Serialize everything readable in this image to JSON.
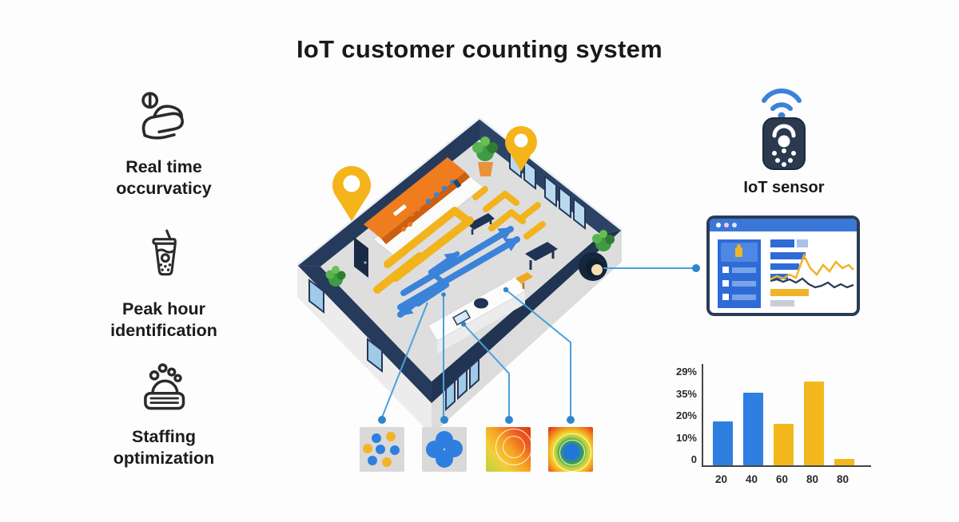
{
  "title": "IoT customer counting system",
  "features": [
    {
      "label": "Real time\noccurvaticy",
      "icon": "tally-counter-icon"
    },
    {
      "label": "Peak hour\nidentification",
      "icon": "bubble-tea-cup-icon"
    },
    {
      "label": "Staffing\noptimization",
      "icon": "staff-board-icon"
    }
  ],
  "sensor": {
    "label": "IoT sensor",
    "device_icon": "iot-sensor-device-icon",
    "signal_icon": "wifi-icon"
  },
  "floorplan": {
    "icons": [
      "location-pin-icon",
      "ceiling-camera-icon",
      "plant-icon",
      "store-shelf",
      "checkout-counter",
      "customer-flow-arrows"
    ]
  },
  "minimaps": [
    {
      "icon": "scatter-dot-map"
    },
    {
      "icon": "cluster-dot-map"
    },
    {
      "icon": "corner-heatmap"
    },
    {
      "icon": "radial-heatmap"
    }
  ],
  "dashboard": {
    "icon": "analytics-dashboard-window",
    "header_color": "#3a77d6",
    "sidebar_color": "#2e6bd6",
    "bar_color": "#2e6bd6",
    "highlight_color": "#f0b429"
  },
  "chart_data": {
    "type": "bar",
    "categories": [
      "20",
      "40",
      "60",
      "80",
      "80"
    ],
    "values": [
      20,
      33,
      19,
      38,
      3
    ],
    "unit": "%",
    "bar_colors": [
      "#2f7fe0",
      "#2f7fe0",
      "#f2b81d",
      "#f2b81d",
      "#f2b81d"
    ],
    "y_tick_labels_top_to_bottom": [
      "29%",
      "35%",
      "20%",
      "10%",
      "0"
    ],
    "ylim": [
      0,
      46
    ],
    "grid": false,
    "title": "",
    "xlabel": "",
    "ylabel": ""
  },
  "colors": {
    "accent_blue": "#2f7fe0",
    "accent_yellow": "#f0b429",
    "navy": "#24385a",
    "connector": "#4aa0dc"
  }
}
